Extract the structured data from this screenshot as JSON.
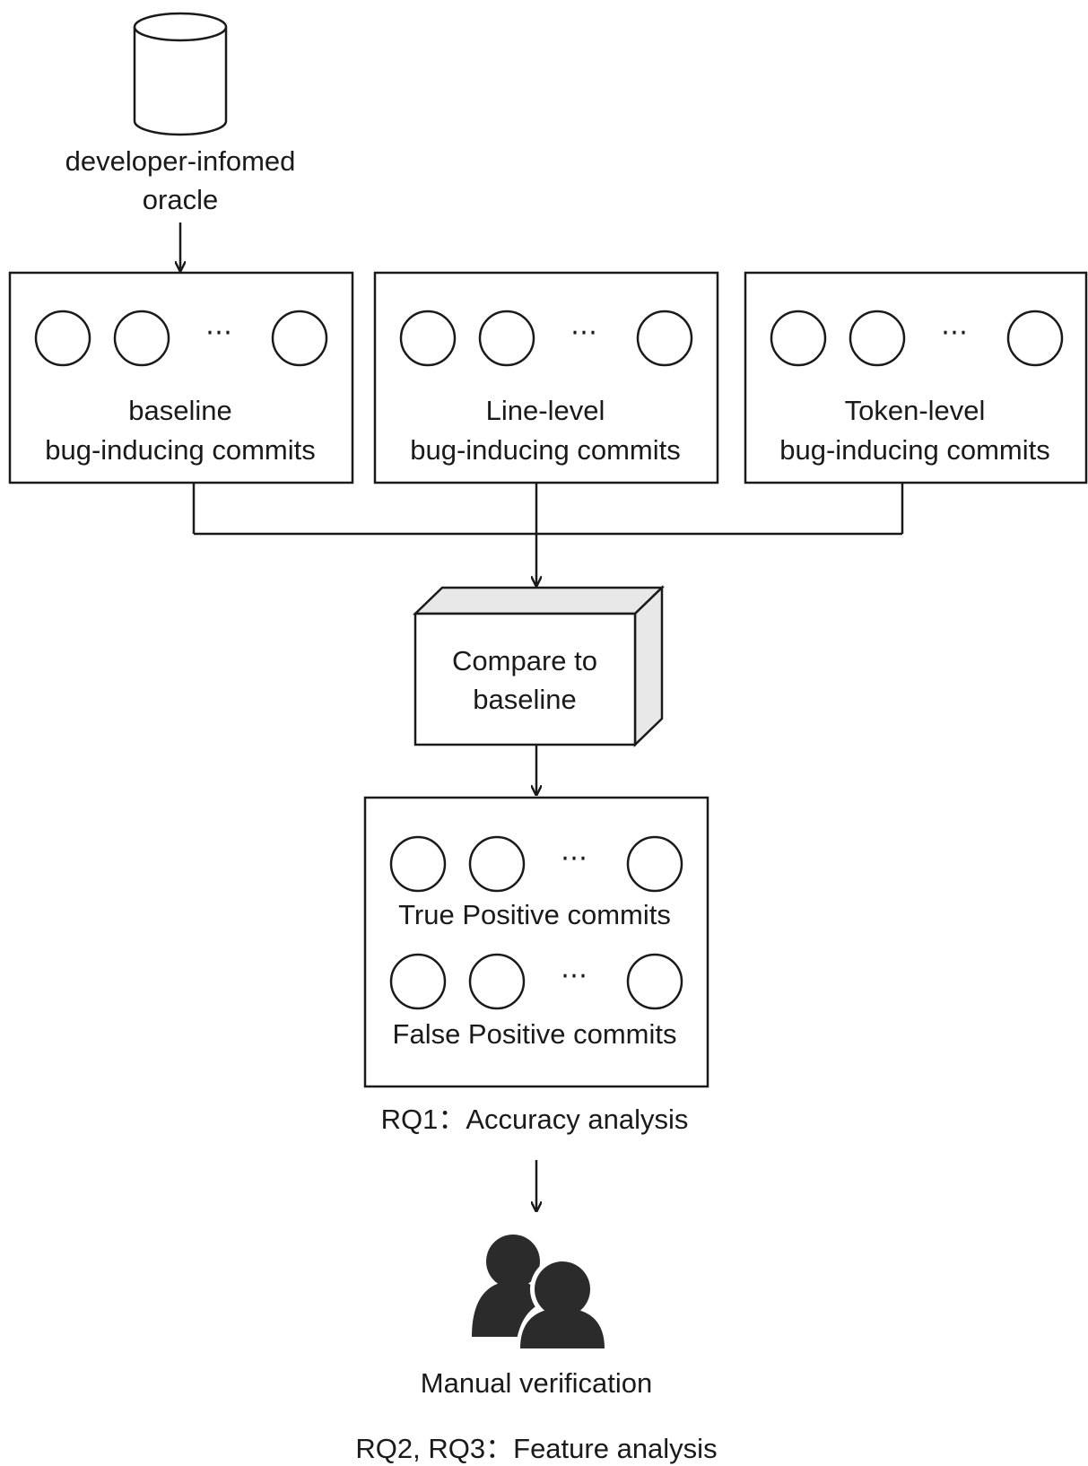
{
  "oracle": {
    "line1": "developer-infomed",
    "line2": "oracle"
  },
  "boxes": [
    {
      "line1": "baseline",
      "line2": "bug-inducing commits"
    },
    {
      "line1": "Line-level",
      "line2": "bug-inducing commits"
    },
    {
      "line1": "Token-level",
      "line2": "bug-inducing commits"
    }
  ],
  "compare": {
    "line1": "Compare to",
    "line2": "baseline"
  },
  "results": {
    "true_label": "True Positive commits",
    "false_label": "False Positive commits"
  },
  "rq1": "RQ1：Accuracy analysis",
  "manual": "Manual verification",
  "rq23": "RQ2, RQ3：Feature analysis",
  "ellipsis": "⋯",
  "icons": {
    "database": "database-icon",
    "users": "users-icon"
  }
}
